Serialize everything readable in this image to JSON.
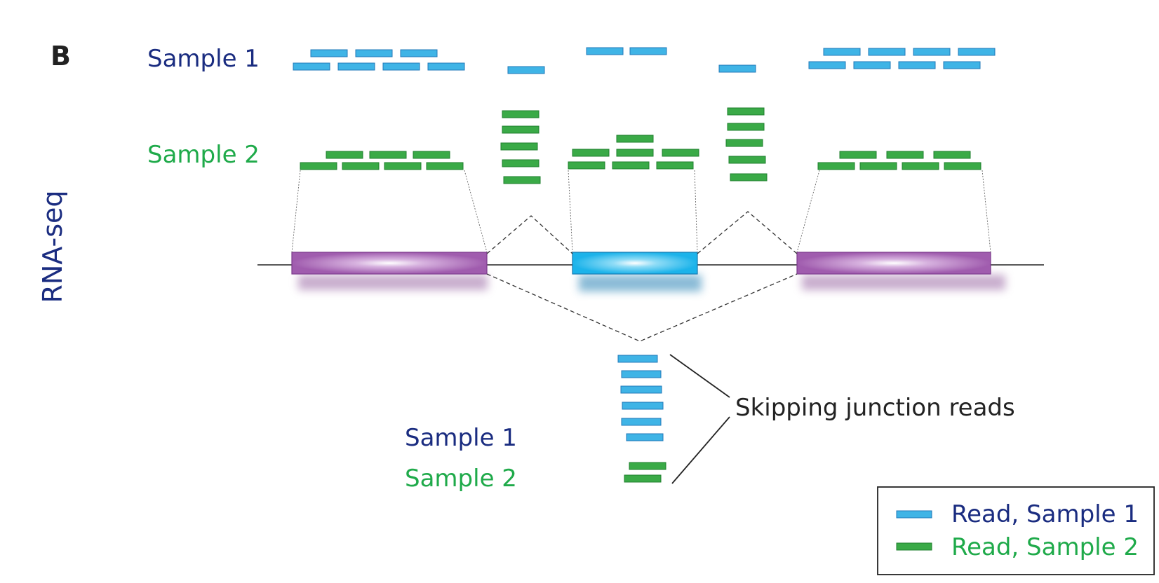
{
  "panel_letter": "B",
  "side_label": "RNA-seq",
  "top_labels": {
    "sample1": "Sample 1",
    "sample2": "Sample 2"
  },
  "bottom_labels": {
    "sample1": "Sample 1",
    "sample2": "Sample 2"
  },
  "annotation": "Skipping junction reads",
  "legend": {
    "items": [
      {
        "label": "Read, Sample 1",
        "color": "#3fb4e6"
      },
      {
        "label": "Read, Sample 2",
        "color": "#3aaa47"
      }
    ]
  },
  "colors": {
    "sample1_text": "#1a2c80",
    "sample2_text": "#1faa4a",
    "read_sample1": "#3fb4e6",
    "read_sample1_border": "#2178b8",
    "read_sample2": "#3aaa47",
    "read_sample2_border": "#1f7f2e",
    "exon_constitutive": "#a05cae",
    "exon_alternative": "#1cb3ea",
    "intron_line": "#222222"
  }
}
